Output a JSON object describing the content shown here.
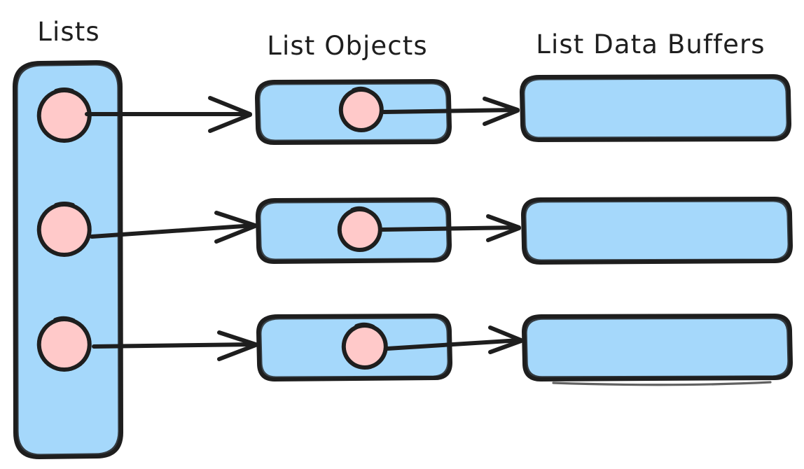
{
  "diagram": {
    "kind": "hand-drawn-block-diagram",
    "background_color": "#ffffff",
    "stroke_color": "#1e1e1e",
    "box_fill_color": "#a5d8fb",
    "pointer_fill_color": "#ffc9c9",
    "columns": [
      {
        "id": "lists",
        "title": "Lists"
      },
      {
        "id": "list-objects",
        "title": "List Objects"
      },
      {
        "id": "list-data-buffers",
        "title": "List Data Buffers"
      }
    ],
    "lists_container": {
      "label": "Lists",
      "pointers": [
        {
          "id": "list-pointer-1",
          "row": 1
        },
        {
          "id": "list-pointer-2",
          "row": 2
        },
        {
          "id": "list-pointer-3",
          "row": 3
        }
      ]
    },
    "list_objects": [
      {
        "id": "list-object-1",
        "row": 1,
        "pointer_id": "object-pointer-1"
      },
      {
        "id": "list-object-2",
        "row": 2,
        "pointer_id": "object-pointer-2"
      },
      {
        "id": "list-object-3",
        "row": 3,
        "pointer_id": "object-pointer-3"
      }
    ],
    "list_data_buffers": [
      {
        "id": "list-data-buffer-1",
        "row": 1
      },
      {
        "id": "list-data-buffer-2",
        "row": 2
      },
      {
        "id": "list-data-buffer-3",
        "row": 3
      }
    ],
    "arrows": [
      {
        "id": "arrow-list-to-object-1",
        "from": "list-pointer-1",
        "to": "list-object-1"
      },
      {
        "id": "arrow-list-to-object-2",
        "from": "list-pointer-2",
        "to": "list-object-2"
      },
      {
        "id": "arrow-list-to-object-3",
        "from": "list-pointer-3",
        "to": "list-object-3"
      },
      {
        "id": "arrow-object-to-buffer-1",
        "from": "object-pointer-1",
        "to": "list-data-buffer-1"
      },
      {
        "id": "arrow-object-to-buffer-2",
        "from": "object-pointer-2",
        "to": "list-data-buffer-2"
      },
      {
        "id": "arrow-object-to-buffer-3",
        "from": "object-pointer-3",
        "to": "list-data-buffer-3"
      }
    ]
  }
}
